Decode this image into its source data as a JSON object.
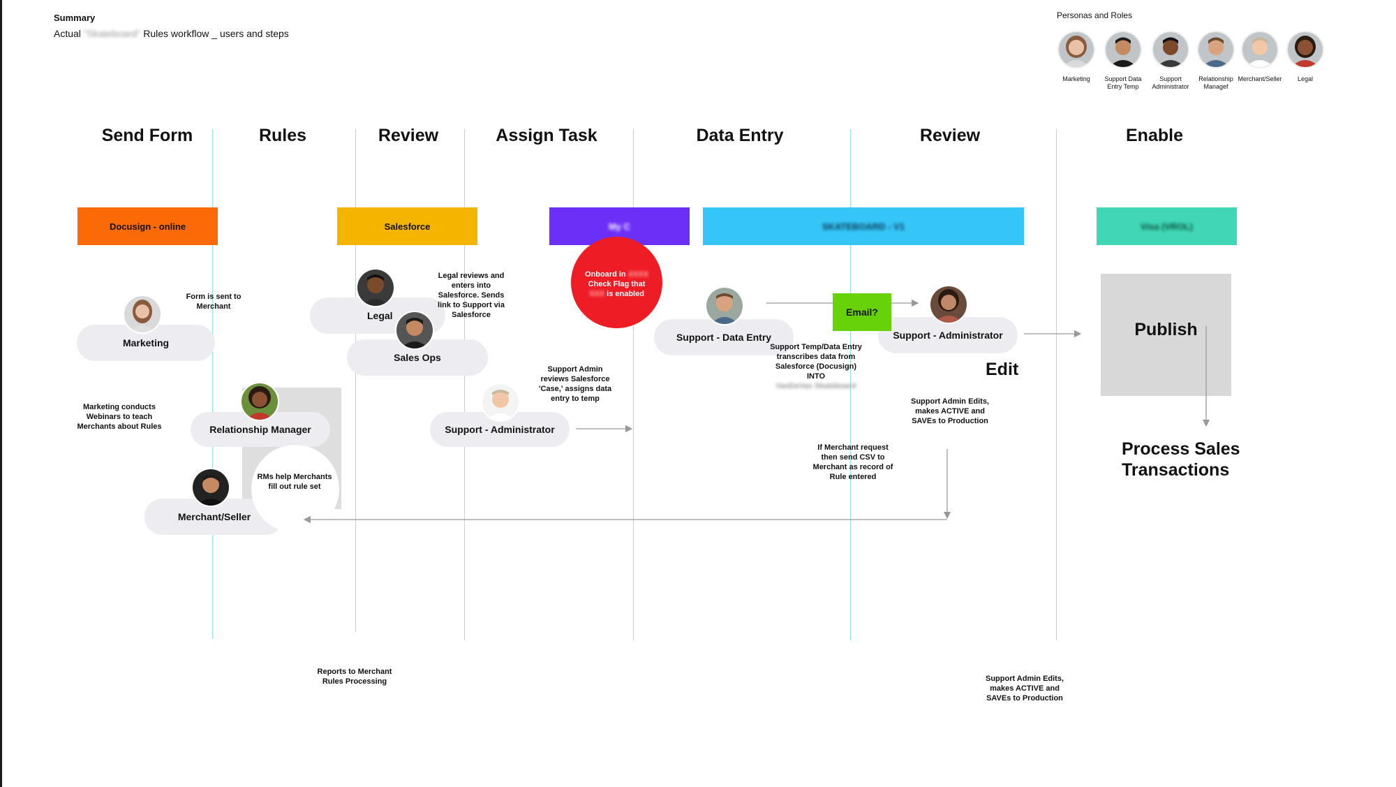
{
  "summary": {
    "title": "Summary",
    "subtitle_pre": "Actual",
    "subtitle_blurred": "\"Skateboard\"",
    "subtitle_post": "Rules workflow _ users and steps"
  },
  "personas": {
    "title": "Personas and Roles",
    "items": [
      {
        "label": "Marketing",
        "icon": "avatar-woman-icon",
        "skin": "#e8c2a6",
        "hair": "#8a5a3c",
        "shirt": "#d9d9d9"
      },
      {
        "label": "Support Data Entry Temp",
        "icon": "avatar-man-icon",
        "skin": "#c68a63",
        "hair": "#1b1b1b",
        "shirt": "#1a1a1a"
      },
      {
        "label": "Support Administrator",
        "icon": "avatar-man-icon",
        "skin": "#7a4a2a",
        "hair": "#111111",
        "shirt": "#3a3a3a"
      },
      {
        "label": "Relationship Managef",
        "icon": "avatar-man-icon",
        "skin": "#d9a37f",
        "hair": "#6b4a2e",
        "shirt": "#4b6a8a"
      },
      {
        "label": "Merchant/Seller",
        "icon": "avatar-man-icon",
        "skin": "#f1c7a8",
        "hair": "#c9b8a0",
        "shirt": "#ffffff"
      },
      {
        "label": "Legal",
        "icon": "avatar-woman-icon",
        "skin": "#8a5233",
        "hair": "#2a1a12",
        "shirt": "#c0392b"
      }
    ]
  },
  "stages": [
    "Send Form",
    "Rules",
    "Review",
    "Assign Task",
    "Data Entry",
    "Review",
    "Enable"
  ],
  "tools": {
    "docusign": {
      "label": "Docusign - online",
      "color": "#fc6a08"
    },
    "salesforce": {
      "label": "Salesforce",
      "color": "#f5b400"
    },
    "myc": {
      "label": "My C",
      "color": "#6c2ff8"
    },
    "skateboard": {
      "label": "SKATEBOARD - V1",
      "color": "#36c5f7"
    },
    "visa": {
      "label": "Visa (VROL)",
      "color": "#41d7b6"
    }
  },
  "actors": {
    "marketing": "Marketing",
    "legal": "Legal",
    "sales_ops": "Sales Ops",
    "relationship_manager": "Relationship Manager",
    "support_admin_assign": "Support - Administrator",
    "merchant": "Merchant/Seller",
    "support_data_entry": "Support - Data Entry",
    "support_admin_review": "Support - Administrator"
  },
  "notes": {
    "form_sent": "Form is sent to Merchant",
    "webinars": "Marketing conducts Webinars to teach Merchants about Rules",
    "rms_help": "RMs help Merchants fill out rule set",
    "legal_reviews": "Legal reviews and enters into Salesforce. Sends link to Support via Salesforce",
    "support_admin_reviews": "Support Admin reviews Salesforce 'Case,' assigns data entry to temp",
    "onboard_pre": "Onboard in",
    "onboard_blur": "XXXX",
    "onboard_mid": "Check Flag that",
    "onboard_blur2": "XXX",
    "onboard_post": "is enabled",
    "email": "Email?",
    "temp_transcribes": "Support Temp/Data Entry transcribes data from Salesforce (Docusign) INTO",
    "temp_blur": "VanDeVax Skateboard",
    "csv": "If Merchant request then send CSV to Merchant as record of Rule entered",
    "admin_edits": "Support Admin Edits, makes ACTIVE and SAVEs to Production",
    "reports": "Reports to Merchant Rules Processing",
    "admin_edits_bottom": "Support Admin Edits, makes ACTIVE and SAVEs to Production",
    "edit": "Edit",
    "publish": "Publish",
    "process": "Process Sales Transactions"
  }
}
